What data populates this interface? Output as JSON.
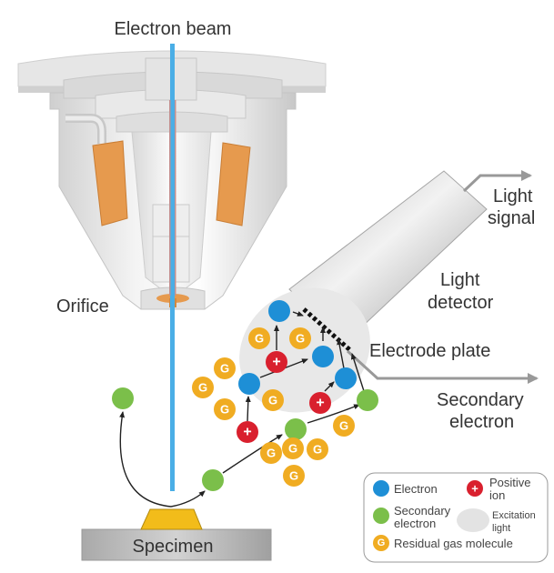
{
  "title": "Gaseous secondary electron detection in low-vacuum SEM",
  "labels": {
    "electron_beam": "Electron beam",
    "orifice": "Orifice",
    "light_signal_1": "Light",
    "light_signal_2": "signal",
    "light_detector_1": "Light",
    "light_detector_2": "detector",
    "electrode_plate": "Electrode plate",
    "secondary_electron_1": "Secondary",
    "secondary_electron_2": "electron",
    "specimen": "Specimen"
  },
  "particle_glyphs": {
    "gas": "G",
    "ion": "+"
  },
  "legend": {
    "electron": "Electron",
    "positive_ion_1": "Positive",
    "positive_ion_2": "ion",
    "secondary_electron_1": "Secondary",
    "secondary_electron_2": "electron",
    "excitation_light_1": "Excitation",
    "excitation_light_2": "light",
    "residual_gas": "Residual gas molecule"
  },
  "colors": {
    "electron": "#1e8fd6",
    "positive_ion": "#d9202e",
    "secondary_electron": "#7bbf4a",
    "gas_molecule": "#f0ac22",
    "excitation_light": "#e6e6e6",
    "coil": "#e69a4e",
    "beam": "#4aaee6",
    "specimen": "#f2bc1a"
  }
}
